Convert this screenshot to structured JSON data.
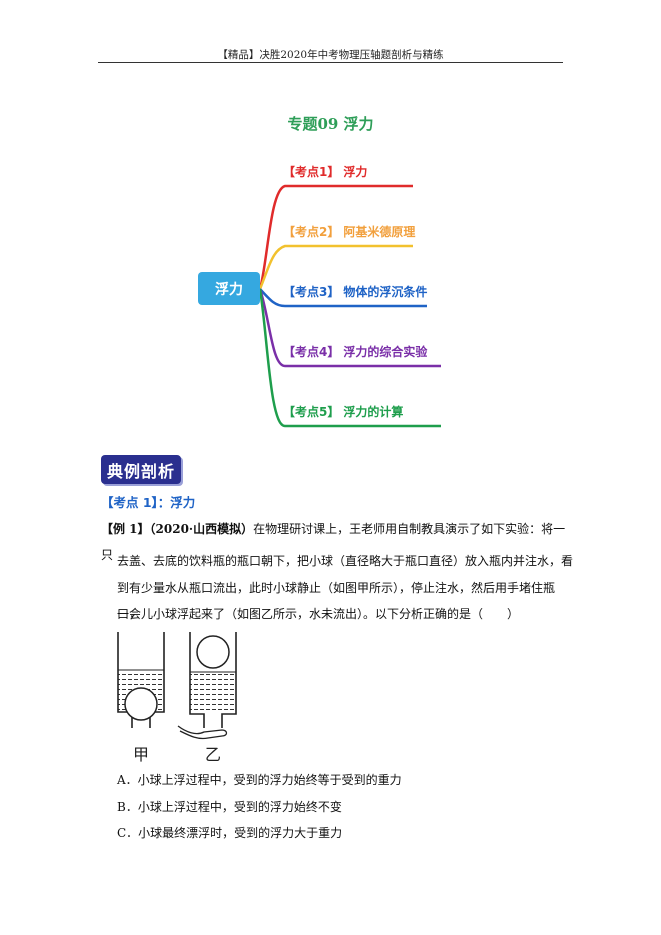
{
  "header": {
    "text": "【精品】决胜2020年中考物理压轴题剖析与精练"
  },
  "topic_title": "专题09 浮力",
  "mindmap": {
    "center": "浮力",
    "branches": [
      {
        "tag": "【考点1】",
        "label": "浮力",
        "color": "#e02b2b"
      },
      {
        "tag": "【考点2】",
        "label": "阿基米德原理",
        "color": "#f2a03d"
      },
      {
        "tag": "【考点3】",
        "label": "物体的浮沉条件",
        "color": "#1f63c6"
      },
      {
        "tag": "【考点4】",
        "label": "浮力的综合实验",
        "color": "#7a2fa8"
      },
      {
        "tag": "【考点5】",
        "label": "浮力的计算",
        "color": "#1e9e4c"
      }
    ],
    "center_color": "#35a8e0",
    "branch_line_colors": [
      "#e02b2b",
      "#f2c12e",
      "#1f63c6",
      "#7a2fa8",
      "#1e9e4c"
    ]
  },
  "section_banner": "典例剖析",
  "kaodian_heading": "【考点 1】：浮力",
  "example": {
    "tag": "【例 1】",
    "source": "（2020·山西模拟）",
    "line1_rest": "在物理研讨课上，王老师用自制教具演示了如下实验：将一只",
    "line2": "去盖、去底的饮料瓶的瓶口朝下，把小球（直径略大于瓶口直径）放入瓶内并注水，看",
    "line3": "到有少量水从瓶口流出，此时小球静止（如图甲所示），停止注水，然后用手堵住瓶口，",
    "line4": "一会儿小球浮起来了（如图乙所示，水未流出）。以下分析正确的是（　　）"
  },
  "figure": {
    "label_left": "甲",
    "label_right": "乙"
  },
  "options": [
    "A．小球上浮过程中，受到的浮力始终等于受到的重力",
    "B．小球上浮过程中，受到的浮力始终不变",
    "C．小球最终漂浮时，受到的浮力大于重力"
  ]
}
